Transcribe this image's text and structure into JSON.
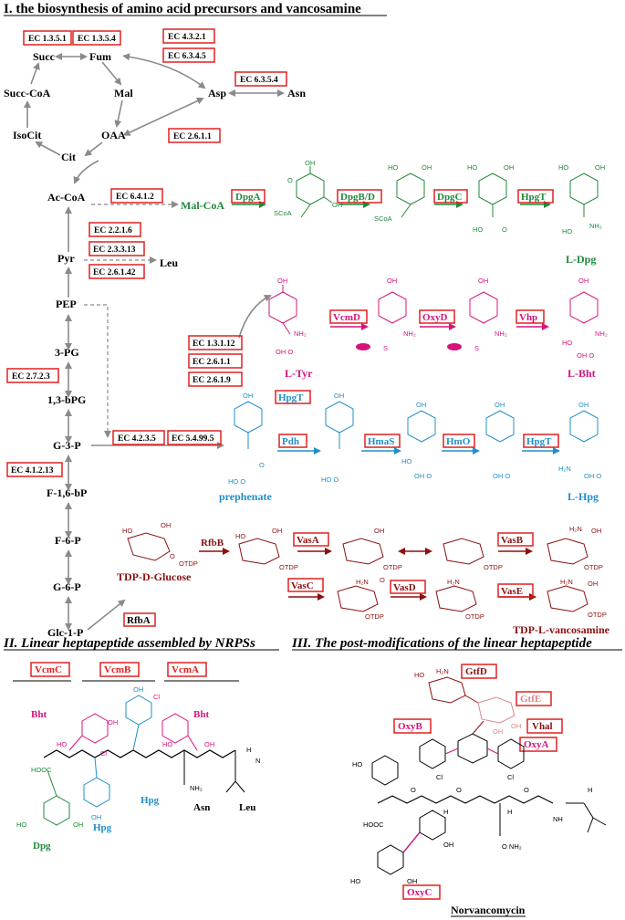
{
  "sections": {
    "s1": "I. the biosynthesis of amino acid precursors and vancosamine",
    "s2": "II. Linear heptapeptide assembled by NRPSs",
    "s3": "III. The post-modifications of the linear heptapeptide"
  },
  "tca": {
    "ec_1351": "EC 1.3.5.1",
    "ec_1354": "EC 1.3.5.4",
    "succ": "Succ",
    "fum": "Fum",
    "mal": "Mal",
    "succ_coa": "Succ-CoA",
    "oaa": "OAA",
    "isocit": "IsoCit",
    "cit": "Cit",
    "asp": "Asp",
    "asn": "Asn",
    "ec_4321": "EC 4.3.2.1",
    "ec_6345": "EC 6.3.4.5",
    "ec_6354": "EC 6.3.5.4",
    "ec_2611": "EC 2.6.1.1"
  },
  "glycolysis": {
    "ac_coa": "Ac-CoA",
    "pyr": "Pyr",
    "leu": "Leu",
    "pep": "PEP",
    "pg3": "3-PG",
    "bpg": "1,3-bPG",
    "g3p": "G-3-P",
    "f16bp": "F-1,6-bP",
    "f6p": "F-6-P",
    "g6p": "G-6-P",
    "glc1p": "Glc-1-P",
    "ec_6412": "EC 6.4.1.2",
    "ec_2216": "EC 2.2.1.6",
    "ec_23313": "EC 2.3.3.13",
    "ec_26142": "EC 2.6.1.42",
    "ec_2723": "EC 2.7.2.3",
    "ec_41213": "EC 4.1.2.13",
    "ec_4235": "EC 4.2.3.5",
    "ec_54995": "EC 5.4.99.5"
  },
  "dpg": {
    "mal_coa": "Mal-CoA",
    "dpgA": "DpgA",
    "dpgBD": "DpgB/D",
    "dpgC": "DpgC",
    "hpgT": "HpgT",
    "product": "L-Dpg"
  },
  "bht": {
    "ec_13112": "EC 1.3.1.12",
    "ec_2611": "EC 2.6.1.1",
    "ec_2619": "EC 2.6.1.9",
    "l_tyr": "L-Tyr",
    "vcmD": "VcmD",
    "oxyD": "OxyD",
    "vhp": "Vhp",
    "product": "L-Bht"
  },
  "hpg": {
    "hpgT1": "HpgT",
    "pdh": "Pdh",
    "hmaS": "HmaS",
    "hmO": "HmO",
    "hpgT2": "HpgT",
    "prephenate": "prephenate",
    "product": "L-Hpg"
  },
  "sugar": {
    "tdp_glucose": "TDP-D-Glucose",
    "rfbB": "RfbB",
    "vasA": "VasA",
    "vasB": "VasB",
    "vasC": "VasC",
    "vasD": "VasD",
    "vasE": "VasE",
    "rfbA": "RfbA",
    "product": "TDP-L-vancosamine",
    "otdp": "OTDP"
  },
  "nrps": {
    "vcmC": "VcmC",
    "vcmB": "VcmB",
    "vcmA": "VcmA",
    "bht1": "Bht",
    "bht2": "Bht",
    "hpg1": "Hpg",
    "hpg2": "Hpg",
    "asn": "Asn",
    "leu": "Leu",
    "dpg": "Dpg"
  },
  "post": {
    "gtfD": "GtfD",
    "gtfE": "GtfE",
    "vhal": "Vhal",
    "oxyB": "OxyB",
    "oxyA": "OxyA",
    "oxyC": "OxyC",
    "product": "Norvancomycin"
  },
  "colors": {
    "black": "#000000",
    "green": "#1f8a3a",
    "magenta": "#d4147c",
    "blue": "#1f8fc8",
    "darkred": "#8b1010",
    "box": "#e02020",
    "arrow": "#8a8a8a"
  }
}
